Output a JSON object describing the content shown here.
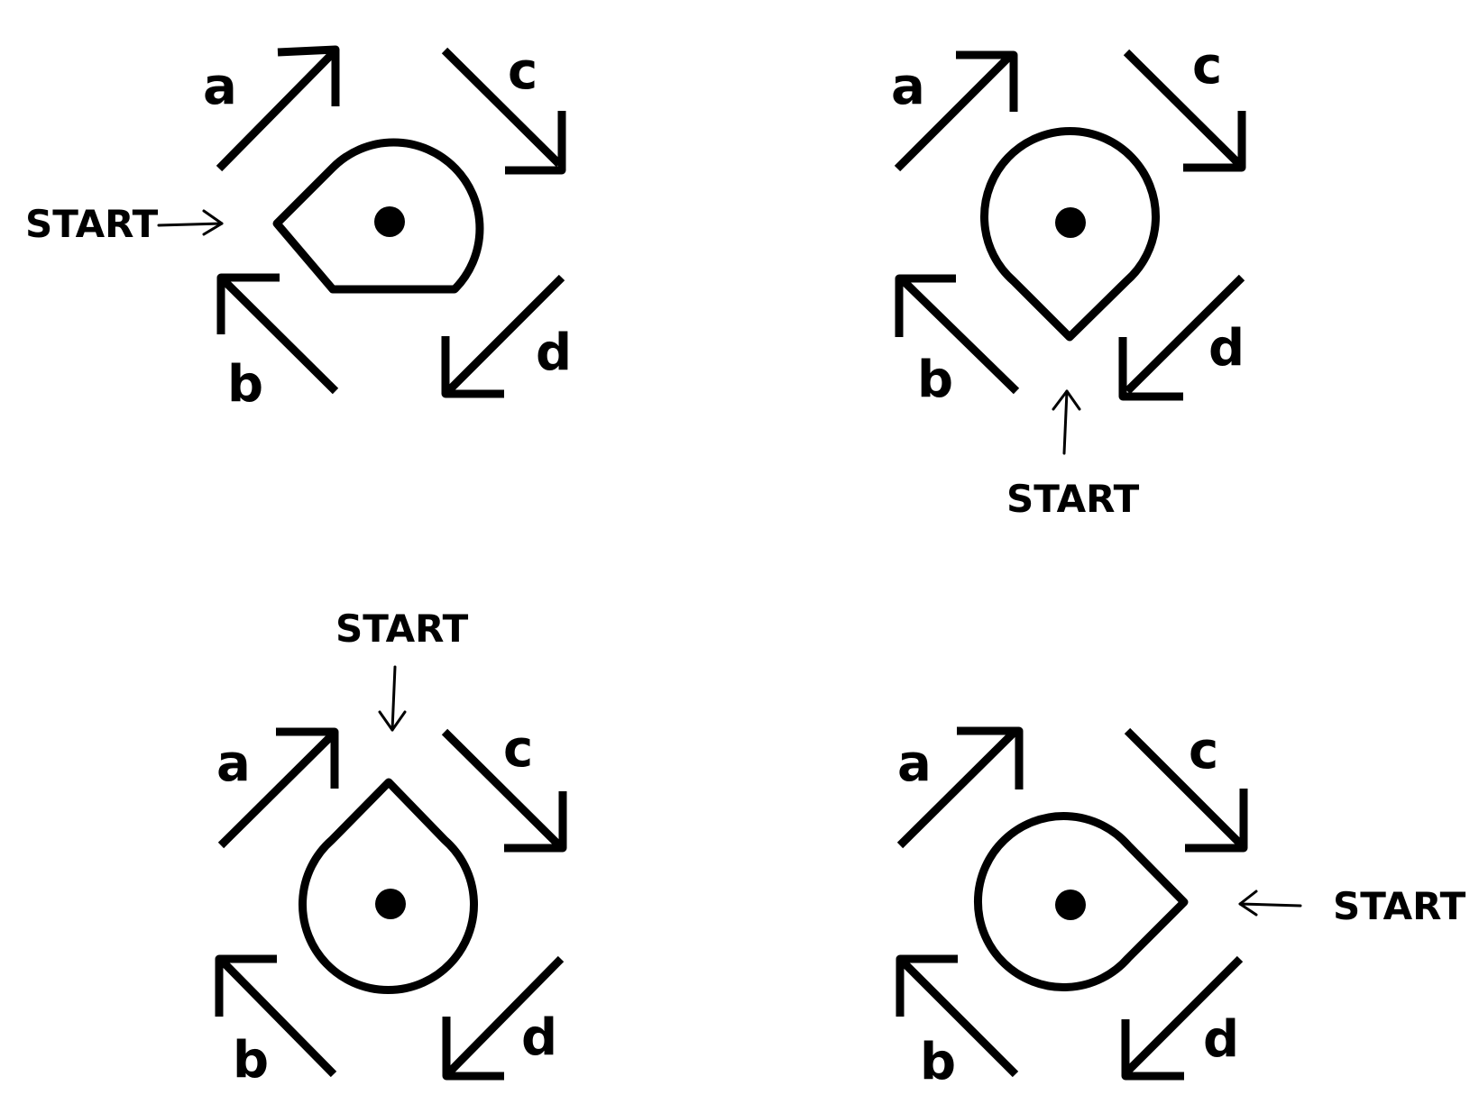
{
  "colors": {
    "ink": "#000000",
    "background": "#ffffff"
  },
  "start_label": "START",
  "panels": [
    {
      "arrows": [
        "a",
        "b",
        "c",
        "d"
      ],
      "start": "START",
      "start_side": "left"
    },
    {
      "arrows": [
        "a",
        "b",
        "c",
        "d"
      ],
      "start": "START",
      "start_side": "bottom"
    },
    {
      "arrows": [
        "a",
        "b",
        "c",
        "d"
      ],
      "start": "START",
      "start_side": "top"
    },
    {
      "arrows": [
        "a",
        "b",
        "c",
        "d"
      ],
      "start": "START",
      "start_side": "right"
    }
  ]
}
